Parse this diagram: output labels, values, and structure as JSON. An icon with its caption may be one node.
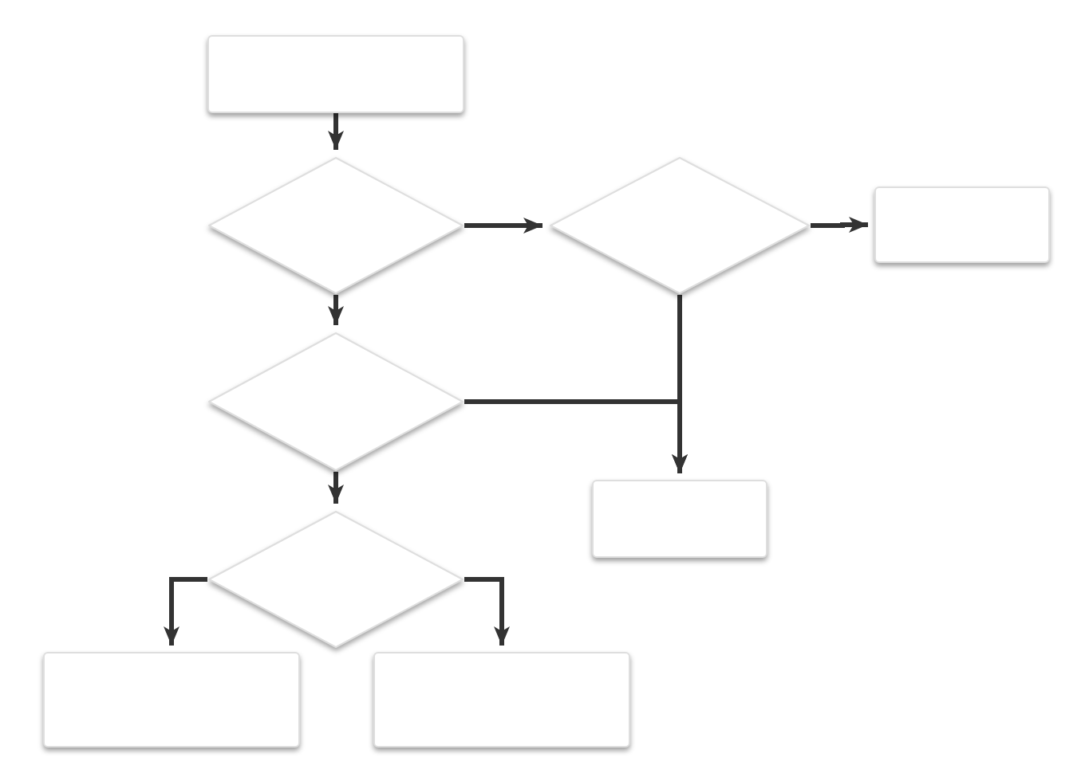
{
  "diagram": {
    "nodes": [
      {
        "text": [],
        "shape": "box"
      },
      {
        "text": [],
        "shape": "diamond"
      },
      {
        "text": [],
        "shape": "diamond"
      },
      {
        "text": [],
        "shape": "box"
      },
      {
        "text": [],
        "shape": "diamond"
      },
      {
        "text": [],
        "shape": "box"
      },
      {
        "text": [],
        "shape": "diamond"
      },
      {
        "text": [],
        "shape": "box"
      },
      {
        "text": [],
        "shape": "box"
      }
    ],
    "edges": [
      {
        "from": 0,
        "to": 1,
        "arrow": "to"
      },
      {
        "from": 1,
        "to": 2,
        "arrow": "to"
      },
      {
        "from": 2,
        "to": 3,
        "arrow": "to"
      },
      {
        "from": 1,
        "to": 4,
        "arrow": "to"
      },
      {
        "from": 2,
        "to": 5,
        "arrow": "to"
      },
      {
        "from": 4,
        "to": 5,
        "arrow": "to"
      },
      {
        "from": 4,
        "to": 6,
        "arrow": "to"
      },
      {
        "from": 6,
        "to": 7,
        "arrow": "to"
      },
      {
        "from": 6,
        "to": 8,
        "arrow": "to"
      }
    ]
  }
}
